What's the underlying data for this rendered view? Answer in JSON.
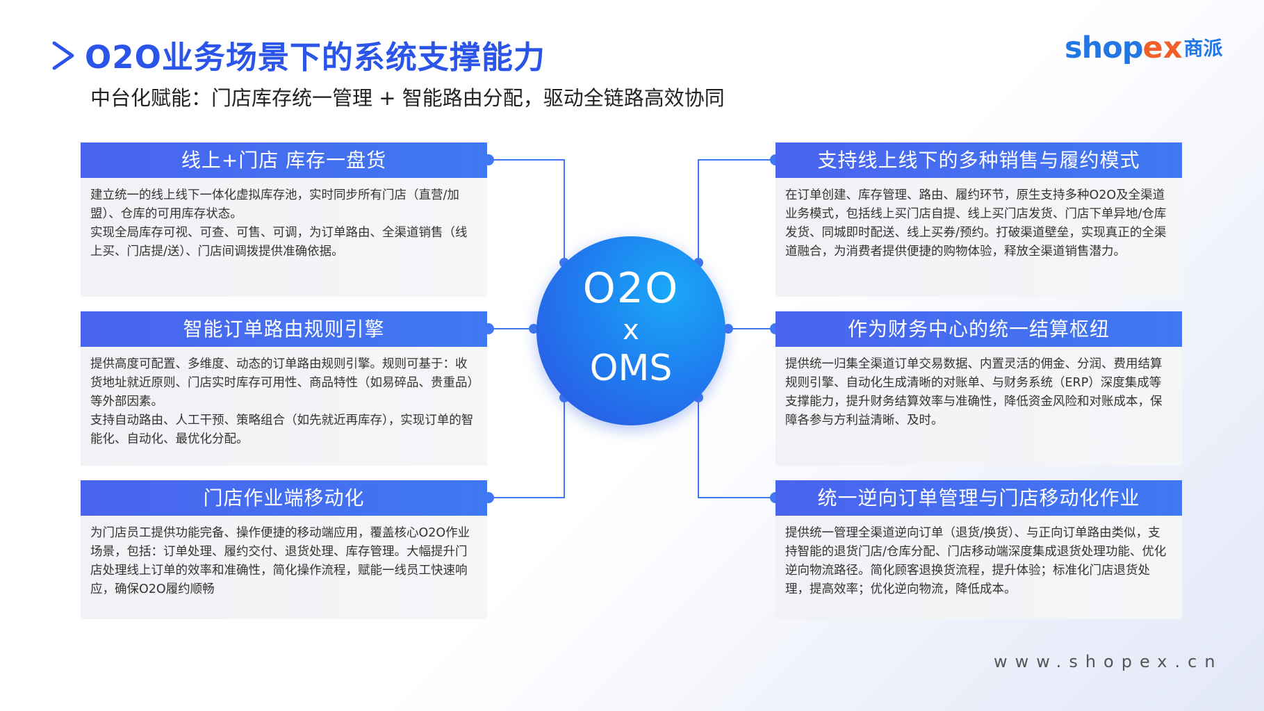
{
  "header": {
    "title": "O2O业务场景下的系统支撑能力",
    "subtitle": "中台化赋能：门店库存统一管理 + 智能路由分配，驱动全链路高效协同"
  },
  "logo": {
    "text_a": "shop",
    "text_b": "ex",
    "text_c": "商派"
  },
  "footer": {
    "url": "www.shopex.cn"
  },
  "hub": {
    "line1": "O2O",
    "line2": "x",
    "line3": "OMS"
  },
  "colors": {
    "accent": "#2a55e8",
    "header_bar": "#4a64ee",
    "hub": "#1e7ff0",
    "logo_orange": "#f0602a"
  },
  "left_cards": [
    {
      "title": "线上+门店 库存一盘货",
      "paragraphs": [
        "建立统一的线上线下一体化虚拟库存池，实时同步所有门店（直营/加盟）、仓库的可用库存状态。",
        "实现全局库存可视、可查、可售、可调，为订单路由、全渠道销售（线上买、门店提/送）、门店间调拨提供准确依据。"
      ]
    },
    {
      "title": "智能订单路由规则引擎",
      "paragraphs": [
        "提供高度可配置、多维度、动态的订单路由规则引擎。规则可基于：收货地址就近原则、门店实时库存可用性、商品特性（如易碎品、贵重品）等外部因素。",
        "支持自动路由、人工干预、策略组合（如先就近再库存），实现订单的智能化、自动化、最优化分配。"
      ]
    },
    {
      "title": "门店作业端移动化",
      "paragraphs": [
        "为门店员工提供功能完备、操作便捷的移动端应用，覆盖核心O2O作业场景，包括：订单处理、履约交付、退货处理、库存管理。大幅提升门店处理线上订单的效率和准确性，简化操作流程，赋能一线员工快速响应，确保O2O履约顺畅"
      ]
    }
  ],
  "right_cards": [
    {
      "title": "支持线上线下的多种销售与履约模式",
      "paragraphs": [
        "在订单创建、库存管理、路由、履约环节，原生支持多种O2O及全渠道业务模式，包括线上买门店自提、线上买门店发货、门店下单异地/仓库发货、同城即时配送、线上买券/预约。打破渠道壁垒，实现真正的全渠道融合，为消费者提供便捷的购物体验，释放全渠道销售潜力。"
      ]
    },
    {
      "title": "作为财务中心的统一结算枢纽",
      "paragraphs": [
        "提供统一归集全渠道订单交易数据、内置灵活的佣金、分润、费用结算规则引擎、自动化生成清晰的对账单、与财务系统（ERP）深度集成等支撑能力，提升财务结算效率与准确性，降低资金风险和对账成本，保障各参与方利益清晰、及时。"
      ]
    },
    {
      "title": "统一逆向订单管理与门店移动化作业",
      "paragraphs": [
        "提供统一管理全渠道逆向订单（退货/换货）、与正向订单路由类似，支持智能的退货门店/仓库分配、门店移动端深度集成退货处理功能、优化逆向物流路径。简化顾客退换货流程，提升体验；标准化门店退货处理，提高效率；优化逆向物流，降低成本。"
      ]
    }
  ]
}
